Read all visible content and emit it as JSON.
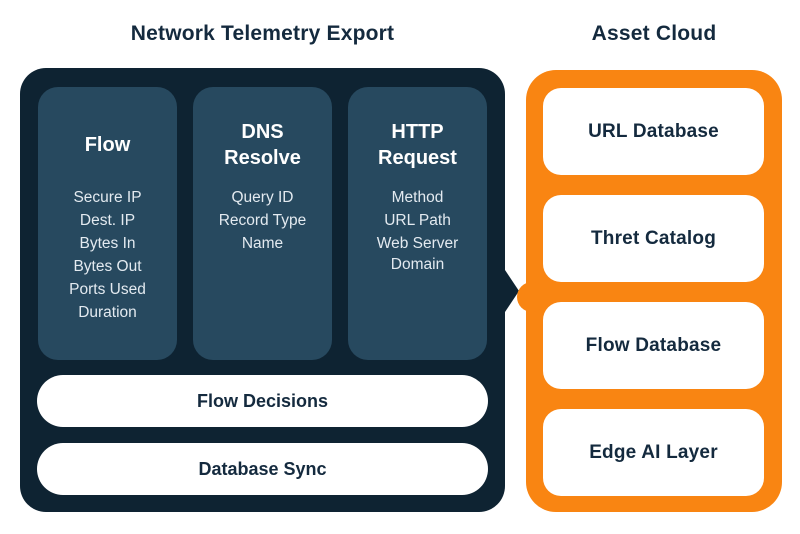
{
  "colors": {
    "navy_panel": "#0e2332",
    "navy_column": "#27495f",
    "orange": "#f98512",
    "text_dark": "#142a3e",
    "item_text": "#e3eaf0",
    "box_bg": "#ffffff",
    "page_bg": "#ffffff"
  },
  "left_section": {
    "title": "Network Telemetry Export",
    "columns": [
      {
        "heading": "Flow",
        "items": [
          "Secure IP",
          "Dest. IP",
          "Bytes In",
          "Bytes Out",
          "Ports Used",
          "Duration"
        ]
      },
      {
        "heading": "DNS Resolve",
        "items": [
          "Query ID",
          "Record Type",
          "Name"
        ]
      },
      {
        "heading": "HTTP Request",
        "items": [
          "Method",
          "URL Path",
          "Web Server Domain"
        ]
      }
    ],
    "bars": [
      "Flow Decisions",
      "Database Sync"
    ]
  },
  "right_section": {
    "title": "Asset Cloud",
    "boxes": [
      "URL Database",
      "Thret Catalog",
      "Flow Database",
      "Edge AI Layer"
    ]
  }
}
